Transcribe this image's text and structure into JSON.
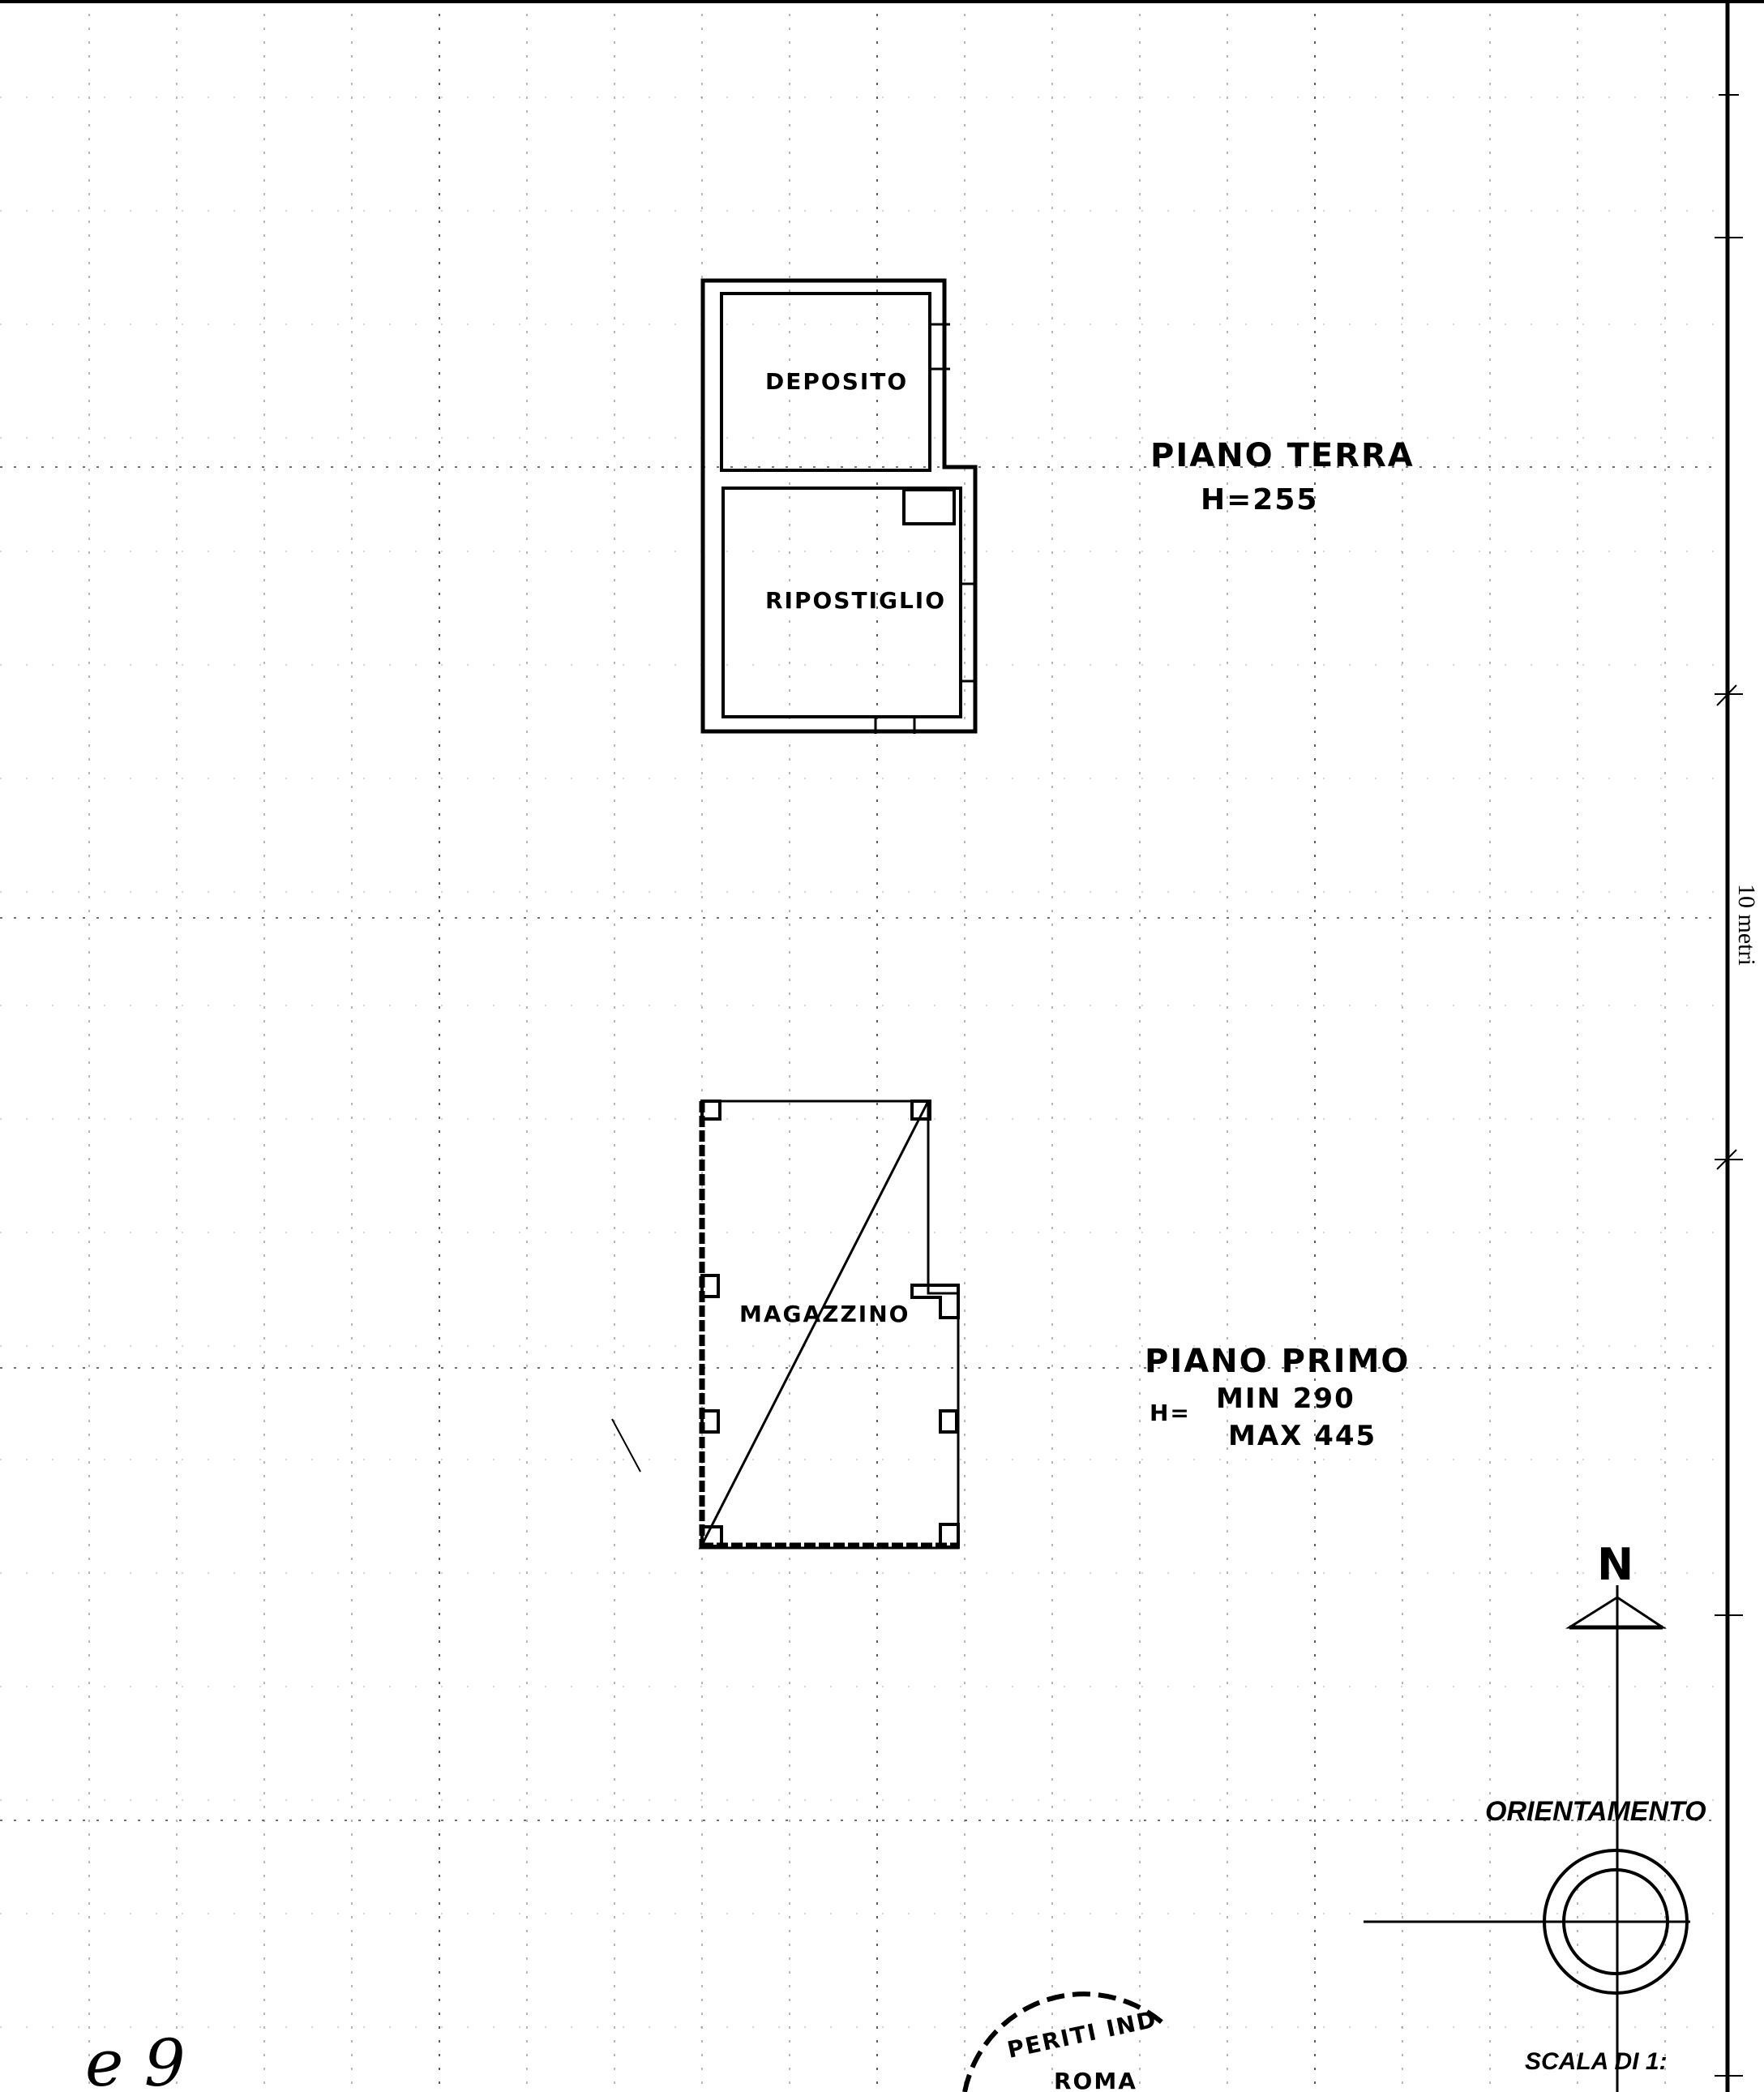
{
  "ground_floor": {
    "title": "PIANO TERRA",
    "height": "H=255",
    "rooms": [
      "DEPOSITO",
      "RIPOSTIGLIO"
    ]
  },
  "first_floor": {
    "title": "PIANO PRIMO",
    "height_prefix": "H=",
    "height_min": "MIN 290",
    "height_max": "MAX 445",
    "rooms": [
      "MAGAZZINO"
    ]
  },
  "orientation": {
    "north_letter": "N",
    "label": "ORIENTAMENTO"
  },
  "scale": {
    "label": "SCALA DI 1:",
    "bar_label": "10 metri"
  },
  "stamp": {
    "text": "PERITI IND",
    "city": "ROMA"
  },
  "handwritten_note": "e 9",
  "colors": {
    "ink": "#000000",
    "paper": "#ffffff",
    "grid": "#555555"
  }
}
